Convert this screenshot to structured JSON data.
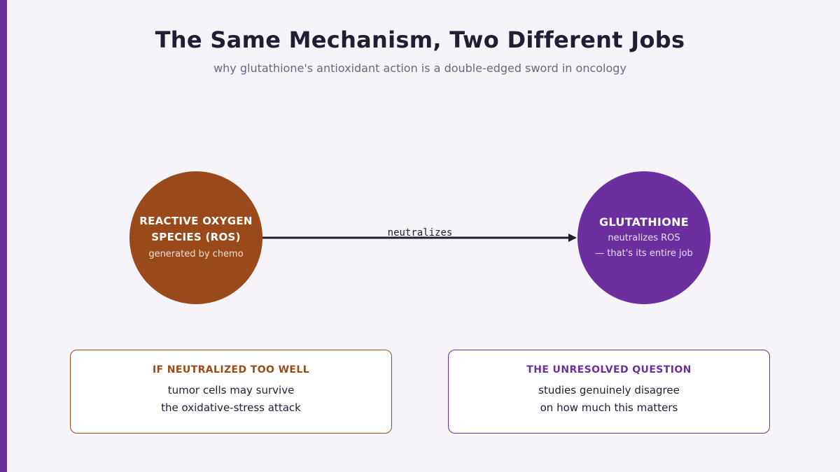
{
  "header": {
    "title": "The Same Mechanism, Two Different Jobs",
    "subtitle": "why glutathione's antioxidant action is a double-edged sword in oncology"
  },
  "diagram": {
    "nodes": {
      "ros": {
        "title_line1": "REACTIVE OXYGEN",
        "title_line2": "SPECIES (ROS)",
        "subtitle": "generated by chemo",
        "color": "#9a4a1a"
      },
      "glutathione": {
        "title": "GLUTATHIONE",
        "subtitle_line1": "neutralizes ROS",
        "subtitle_line2": "— that's its entire job",
        "color": "#6b2fa0"
      }
    },
    "edge": {
      "label": "neutralizes",
      "color": "#221c35"
    }
  },
  "cards": {
    "left": {
      "title": "IF NEUTRALIZED TOO WELL",
      "line1": "tumor cells may survive",
      "line2": "the oxidative-stress attack",
      "color": "#9a4a1a"
    },
    "right": {
      "title": "THE UNRESOLVED QUESTION",
      "line1": "studies genuinely disagree",
      "line2": "on how much this matters",
      "color": "#6b2fa0"
    }
  },
  "theme": {
    "accent": "#6b2fa0",
    "background": "#f6f4f8"
  }
}
